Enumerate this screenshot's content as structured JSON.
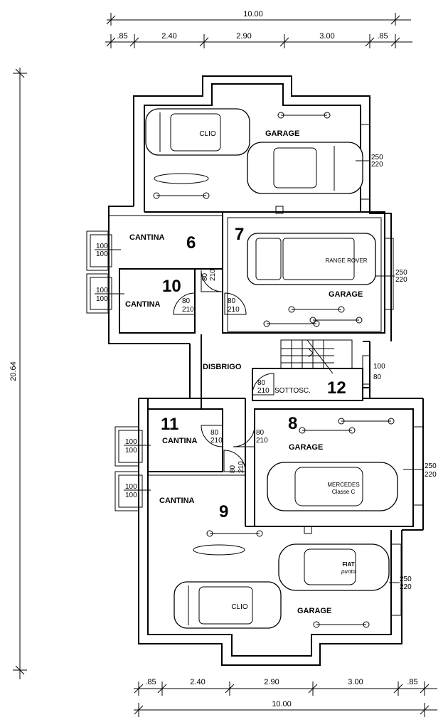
{
  "dimensions": {
    "top_total": "10.00",
    "top_segments": [
      ".85",
      "2.40",
      "2.90",
      "3.00",
      ".85"
    ],
    "bottom_segments": [
      ".85",
      "2.40",
      "2.90",
      "3.00",
      ".85"
    ],
    "bottom_total": "10.00",
    "left_total": "20.64"
  },
  "rooms": {
    "cantina_6": {
      "name": "CANTINA",
      "number": "6"
    },
    "garage_7": {
      "name": "GARAGE",
      "number": "7"
    },
    "cantina_10": {
      "name": "CANTINA",
      "number": "10"
    },
    "disbrigo": {
      "name": "DISBRIGO"
    },
    "sottosc_12": {
      "name": "SOTTOSC.",
      "number": "12"
    },
    "cantina_11": {
      "name": "CANTINA",
      "number": "11"
    },
    "garage_8": {
      "name": "GARAGE",
      "number": "8"
    },
    "cantina_9": {
      "name": "CANTINA",
      "number": "9"
    },
    "garage_top": {
      "name": "GARAGE"
    },
    "garage_bottom": {
      "name": "GARAGE"
    }
  },
  "cars": {
    "clio_top": "CLIO",
    "range_rover": "RANGE ROVER",
    "mercedes_line1": "MERCEDES",
    "mercedes_line2": "Classe C",
    "fiat_line1": "FIAT",
    "fiat_line2": "punto",
    "clio_bottom": "CLIO"
  },
  "openings": {
    "w_top_right": [
      "250",
      "220"
    ],
    "w_garage7": [
      "250",
      "220"
    ],
    "w_cantina6": [
      "100",
      "100"
    ],
    "w_cantina10": [
      "100",
      "100"
    ],
    "d_cantina10": [
      "80",
      "210"
    ],
    "d_disbrigo_top": [
      "80",
      "210"
    ],
    "d_garage7": [
      "80",
      "210"
    ],
    "w_stair": [
      "100",
      "80"
    ],
    "d_sottosc": [
      "80",
      "210"
    ],
    "w_cantina11": [
      "100",
      "100"
    ],
    "w_cantina9": [
      "100",
      "100"
    ],
    "d_cantina11": [
      "80",
      "210"
    ],
    "d_garage8": [
      "80",
      "210"
    ],
    "d_disbrigo_bottom": [
      "80",
      "210"
    ],
    "w_garage8": [
      "250",
      "220"
    ],
    "w_garage9": [
      "250",
      "220"
    ]
  }
}
